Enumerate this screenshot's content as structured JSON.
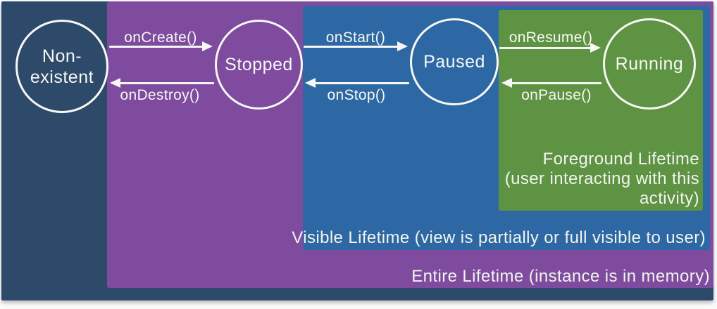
{
  "colors": {
    "slide_bg": "#2e4a6a",
    "entire_region": "#7e4b9f",
    "visible_region": "#2d68a4",
    "foreground_region": "#5e9343",
    "line": "#f7f8f3"
  },
  "states": [
    {
      "name": "non-existent",
      "label": "Non-",
      "label2": "existent"
    },
    {
      "name": "stopped",
      "label": "Stopped"
    },
    {
      "name": "paused",
      "label": "Paused"
    },
    {
      "name": "running",
      "label": "Running"
    }
  ],
  "transitions": [
    {
      "name": "onCreate",
      "label": "onCreate()"
    },
    {
      "name": "onDestroy",
      "label": "onDestroy()"
    },
    {
      "name": "onStart",
      "label": "onStart()"
    },
    {
      "name": "onStop",
      "label": "onStop()"
    },
    {
      "name": "onResume",
      "label": "onResume()"
    },
    {
      "name": "onPause",
      "label": "onPause()"
    }
  ],
  "regions": {
    "foreground": {
      "line1": "Foreground Lifetime",
      "line2": "(user interacting with this",
      "line3": "activity)"
    },
    "visible": {
      "label": "Visible Lifetime (view is partially or full visible to user)"
    },
    "entire": {
      "label": "Entire Lifetime (instance is in memory)"
    }
  }
}
